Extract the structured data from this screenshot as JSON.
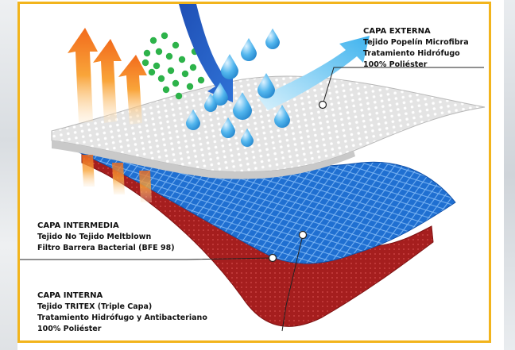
{
  "layers": {
    "external": {
      "title": "CAPA EXTERNA",
      "lines": [
        "Tejido Popelín Microfibra",
        "Tratamiento Hidrófugo",
        "100% Poliéster"
      ]
    },
    "middle": {
      "title": "CAPA INTERMEDIA",
      "lines": [
        "Tejido No Tejido Meltblown",
        "Filtro Barrera Bacterial (BFE 98)"
      ]
    },
    "internal": {
      "title": "CAPA INTERNA",
      "lines": [
        "Tejido TRITEX (Triple Capa)",
        "Tratamiento Hidrófugo y Antibacteriano",
        "100% Poliéster"
      ]
    }
  },
  "colors": {
    "frame": "#f2b41c",
    "outer_layer": "#e8e8e8",
    "middle_layer": "#1f6fd1",
    "inner_layer": "#a51e1e",
    "heat_arrows": "#f7931e",
    "water_drops": "#3fa9e6",
    "bacteria": "#2db34a",
    "inflow_arrow": "#1f4fb5",
    "vapor_arrow": "#5bc0f0"
  },
  "icons": [
    "heat-arrow-icon",
    "water-drop-icon",
    "bacteria-dot-icon",
    "inflow-arrow-icon",
    "vapor-arrow-icon"
  ]
}
